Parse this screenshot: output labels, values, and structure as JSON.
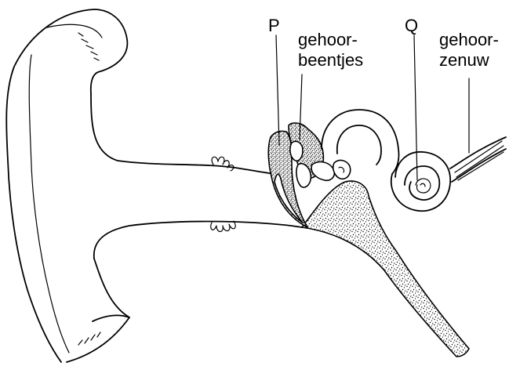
{
  "labels": {
    "p": "P",
    "ossicles_line1": "gehoor-",
    "ossicles_line2": "beentjes",
    "q": "Q",
    "nerve_line1": "gehoor-",
    "nerve_line2": "zenuw"
  },
  "colors": {
    "line": "#000000",
    "background": "#ffffff",
    "stipple": "#000000"
  }
}
